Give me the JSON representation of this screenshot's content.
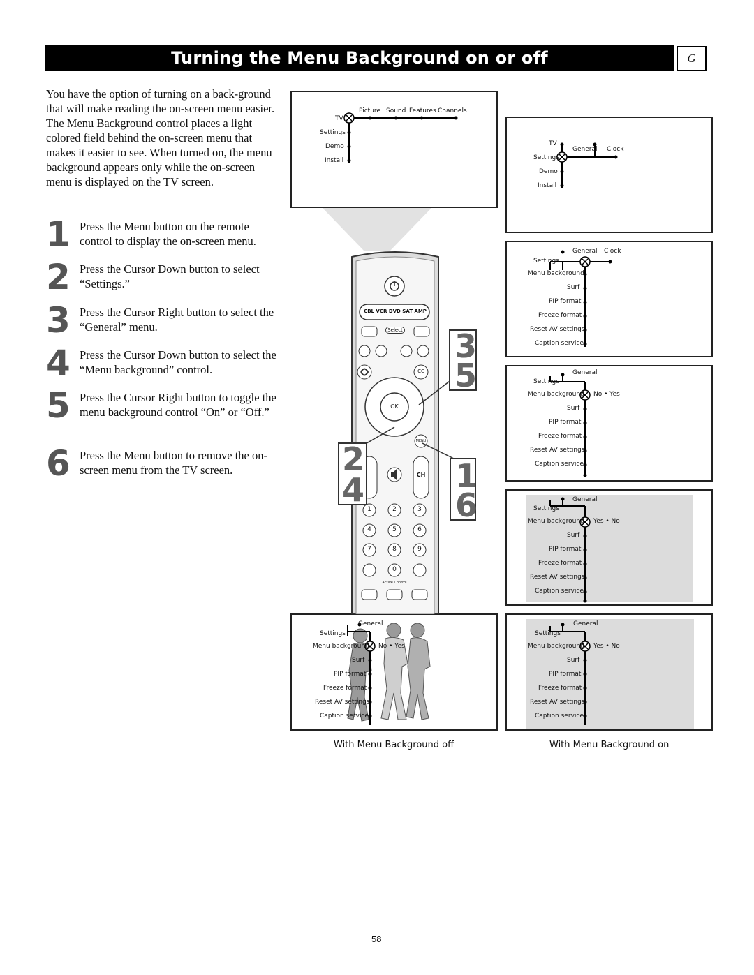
{
  "header": {
    "title": "Turning the Menu Background on or off",
    "tab": "G"
  },
  "intro": "You have the option of turning on a back-ground that will make reading the on-screen menu easier. The Menu Background control places a light colored field behind the on-screen menu that makes it easier to see. When turned on, the menu background appears only while the on-screen menu is displayed on the TV screen.",
  "steps": [
    {
      "num": "1",
      "text": "Press the Menu button on the remote control to display the on-screen menu."
    },
    {
      "num": "2",
      "text": "Press the Cursor Down button to select “Settings.”"
    },
    {
      "num": "3",
      "text": "Press the Cursor Right button to select the “General” menu."
    },
    {
      "num": "4",
      "text": "Press the Cursor Down button to select the “Menu background” control."
    },
    {
      "num": "5",
      "text": "Press the Cursor Right button to toggle the menu background control “On” or “Off.”"
    },
    {
      "num": "6",
      "text": "Press the Menu button to remove the on-screen menu from the TV screen."
    }
  ],
  "screen1": {
    "top": [
      "Picture",
      "Sound",
      "Features",
      "Channels"
    ],
    "side": [
      "TV",
      "Settings",
      "Demo",
      "Install"
    ]
  },
  "screen2": {
    "top": [
      "General",
      "Clock"
    ],
    "side": [
      "TV",
      "Settings",
      "Demo",
      "Install"
    ]
  },
  "settings_menu": {
    "top": [
      "General",
      "Clock"
    ],
    "items": [
      "Settings",
      "Menu background",
      "Surf",
      "PIP format",
      "Freeze format",
      "Reset AV settings",
      "Caption service"
    ],
    "general": "General",
    "no_yes": "No • Yes",
    "yes_no": "Yes • No"
  },
  "remote": {
    "sources": "CBL VCR DVD SAT AMP",
    "select": "Select",
    "cc": "CC",
    "ok": "OK",
    "menu": "MENU",
    "ch": "CH",
    "active_control": "Active Control",
    "digits": [
      "1",
      "2",
      "3",
      "4",
      "5",
      "6",
      "7",
      "8",
      "9",
      "0"
    ],
    "callouts": [
      "3",
      "5",
      "2",
      "4",
      "1",
      "6"
    ]
  },
  "captions": {
    "off": "With Menu Background off",
    "on": "With Menu Background on"
  },
  "page_number": "58"
}
